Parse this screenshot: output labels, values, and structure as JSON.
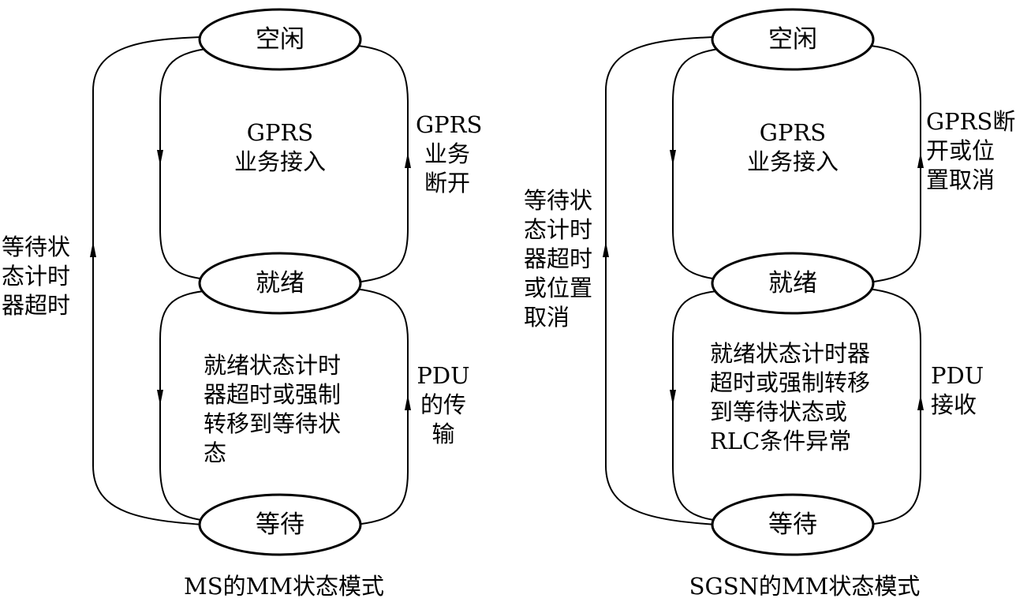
{
  "ms": {
    "states": {
      "idle": "空闲",
      "ready": "就绪",
      "standby": "等待"
    },
    "transitions": {
      "gprs_attach": "GPRS\n业务接入",
      "gprs_detach": "GPRS\n业务\n断开",
      "ready_timer": "就绪状态计时\n器超时或强制\n转移到等待状\n态",
      "pdu": "PDU\n的传\n输",
      "standby_timer": "等待状\n态计时\n器超时"
    },
    "caption": "MS的MM状态模式"
  },
  "sgsn": {
    "states": {
      "idle": "空闲",
      "ready": "就绪",
      "standby": "等待"
    },
    "transitions": {
      "gprs_attach": "GPRS\n业务接入",
      "gprs_detach": "GPRS断\n开或位\n置取消",
      "ready_timer": "就绪状态计时器\n超时或强制转移\n到等待状态或\nRLC条件异常",
      "pdu": "PDU\n接收",
      "standby_timer": "等待状\n态计时\n器超时\n或位置\n取消"
    },
    "caption": "SGSN的MM状态模式"
  }
}
